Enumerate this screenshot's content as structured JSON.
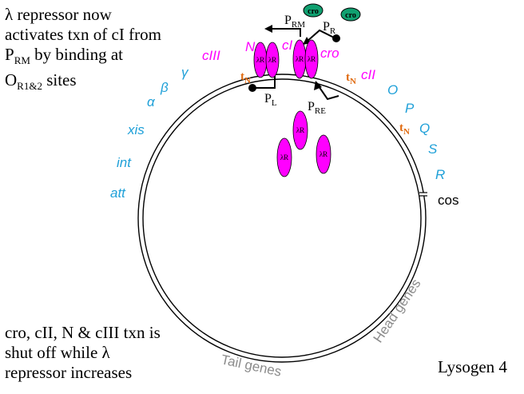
{
  "notes": {
    "top": {
      "lambda": "λ",
      "l1": " repressor now",
      "l2": "activates txn of cI from",
      "p_rm_p": "P",
      "p_rm_sub": "RM",
      "l3": " by binding at",
      "o_o": "O",
      "o_sub": "R1&2",
      "l4": " sites"
    },
    "bottom": {
      "l1": "cro, cII, N & cIII txn is",
      "l2a": "shut off while ",
      "lambda": "λ",
      "l3": "repressor increases"
    }
  },
  "panel_label": "Lysogen 4",
  "genes": {
    "att": "att",
    "int": "int",
    "xis": "xis",
    "alpha": "α",
    "beta": "β",
    "gamma": "γ",
    "cIII": "cIII",
    "N": "N",
    "cI": "cI",
    "cro": "cro",
    "cII": "cII",
    "O": "O",
    "P": "P",
    "Q": "Q",
    "S": "S",
    "R": "R",
    "cos": "cos"
  },
  "region_labels": {
    "tail": "Tail genes",
    "head": "Head genes"
  },
  "terminators": {
    "t": "t",
    "sub": "N"
  },
  "promoters": {
    "p_rm": {
      "p": "P",
      "sub": "RM"
    },
    "p_r": {
      "p": "P",
      "sub": "R"
    },
    "p_l": {
      "p": "P",
      "sub": "L"
    },
    "p_re": {
      "p": "P",
      "sub": "RE"
    }
  },
  "proteins": {
    "repressor": "λR",
    "cro": "cro"
  },
  "colors": {
    "magenta": "#ff00ff",
    "gene_blue": "#1fa0d8",
    "orange": "#e06a10",
    "green": "#10a070",
    "gray": "#8c8c8c",
    "black": "#000000"
  }
}
